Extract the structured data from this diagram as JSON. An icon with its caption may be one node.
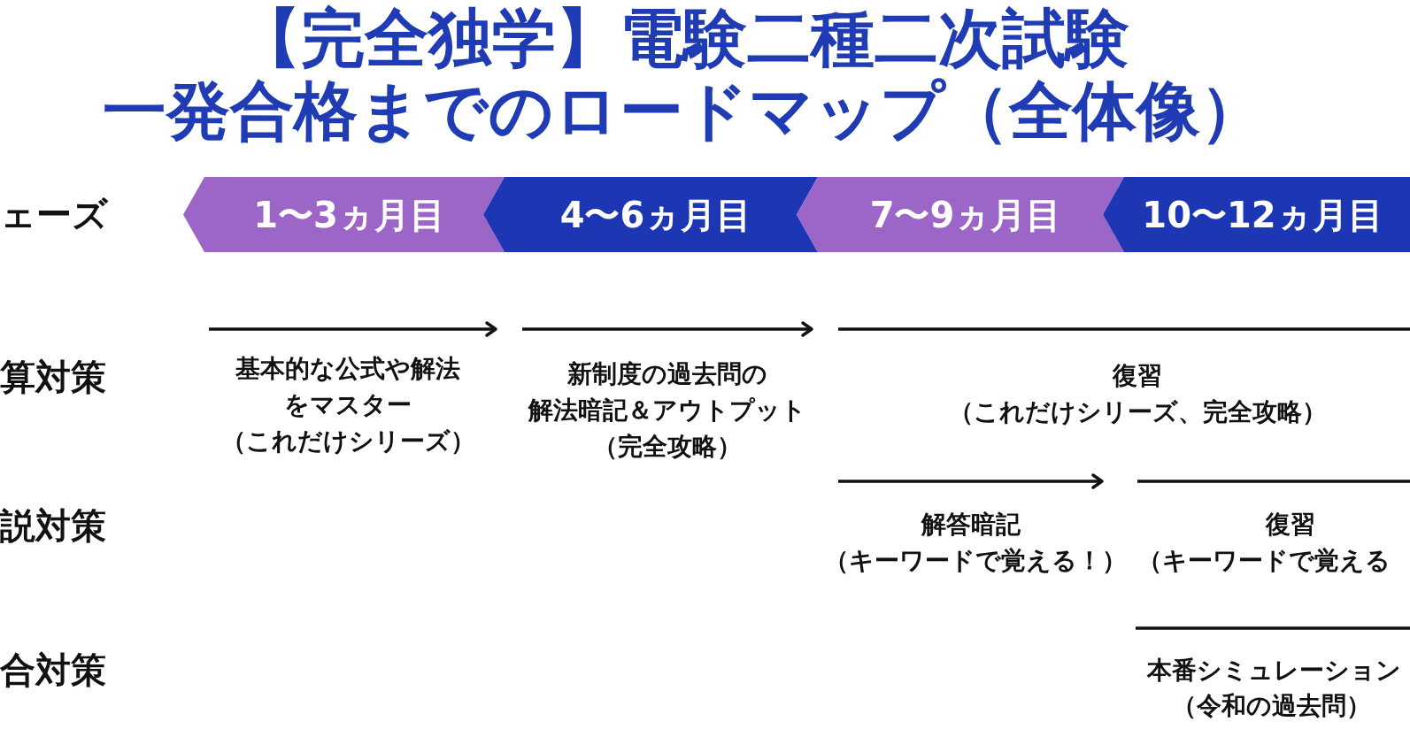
{
  "diagram": {
    "title": "【完全独学】電験二種二次試験一発合格までのロードマップ（全体像）",
    "nodes": [
      {
        "text": [
          "1〜3ヵ月目"
        ]
      },
      {
        "text": [
          "4〜6ヵ月目"
        ]
      },
      {
        "text": [
          "7〜9ヵ月目"
        ]
      },
      {
        "text": [
          "10〜12ヵ月目"
        ]
      }
    ],
    "labels": [
      "ェーズ",
      "算対策",
      "基本的な公式や解法をマスター",
      "（これだけシリーズ）",
      "新制度の過去問の解法暗記＆アウトプット",
      "（完全攻略）",
      "復習",
      "（これだけシリーズ、完全攻略）",
      "説対策",
      "解答暗記",
      "（キーワードで覚える！）",
      "復習",
      "（キーワードで覚える",
      "合対策",
      "本番シミュレーション",
      "（令和の過去問）"
    ]
  }
}
